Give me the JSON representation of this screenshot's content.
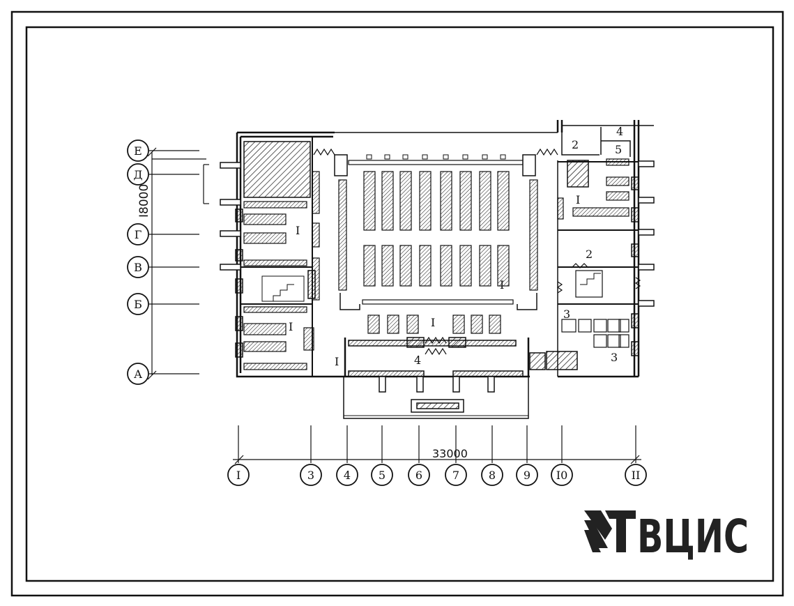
{
  "axes_letters": [
    "Е",
    "Д",
    "Г",
    "В",
    "Б",
    "А"
  ],
  "axes_numbers": [
    "I",
    "3",
    "4",
    "5",
    "6",
    "7",
    "8",
    "9",
    "I0",
    "II"
  ],
  "dimensions": {
    "vertical": "I8000",
    "horizontal": "33000"
  },
  "room_labels": {
    "r_left_top": "I",
    "r_left_bottom": "I",
    "r_hall": "I",
    "r_lobby": "I",
    "r_entry": "I",
    "r_right_top": "I",
    "r_vest": "4",
    "r_rt_2": "2",
    "r_rt_4": "4",
    "r_rt_5": "5",
    "r_rm_2": "2",
    "r_rb_3a": "3",
    "r_rb_3b": "3"
  },
  "logo": {
    "text": "ВЦИС",
    "icon": "rail-logo-icon"
  },
  "colors": {
    "ink": "#111111",
    "logo": "#222222",
    "paper": "#ffffff"
  }
}
